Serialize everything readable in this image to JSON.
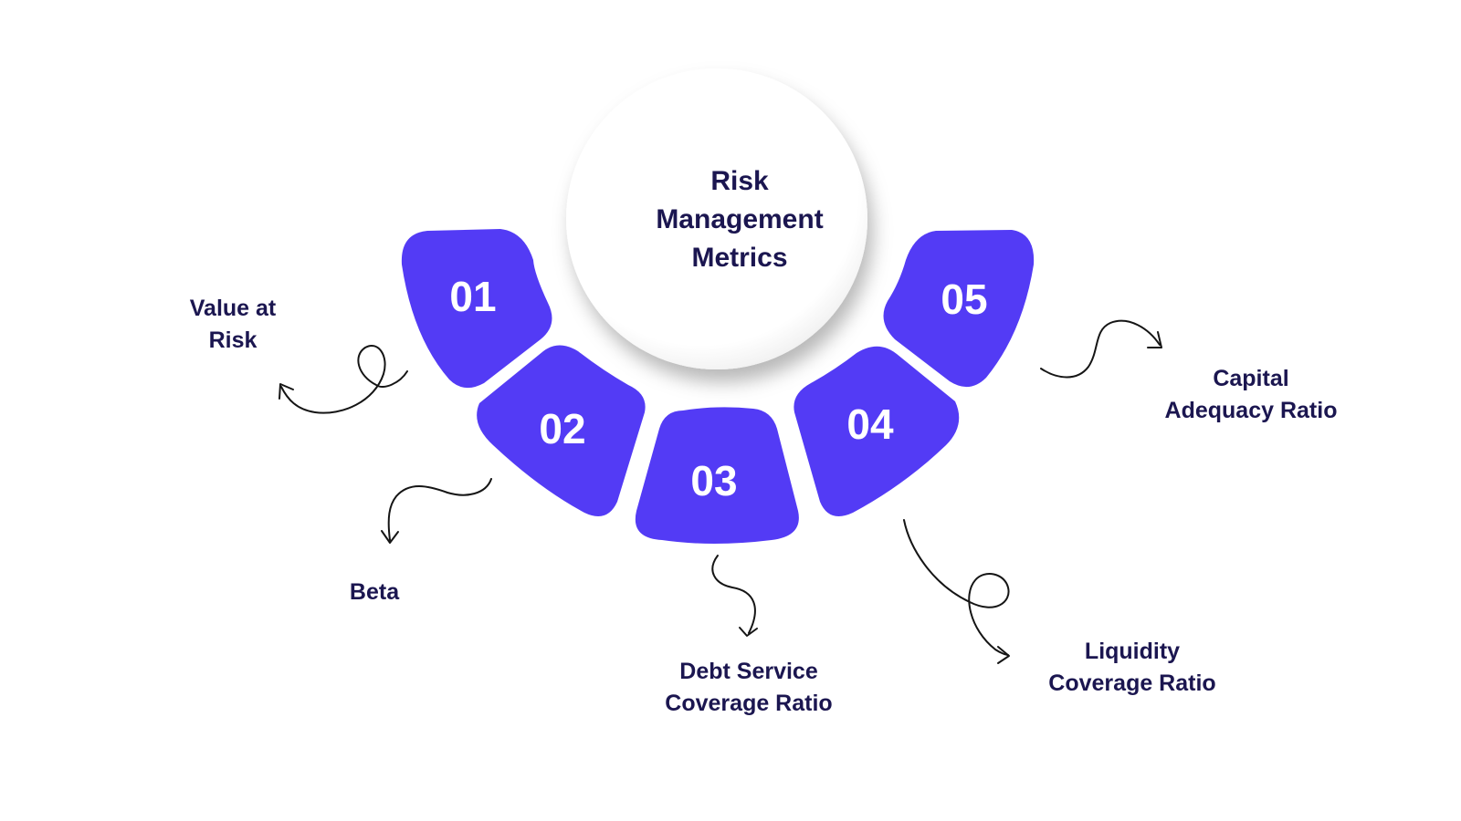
{
  "title_lines": [
    "Risk",
    "Management",
    "Metrics"
  ],
  "colors": {
    "segment": "#533bf5",
    "segment_text": "#ffffff",
    "label_text": "#1b1650",
    "arrow": "#151515",
    "circle": "#ffffff"
  },
  "items": [
    {
      "number": "01",
      "label_lines": [
        "Value at",
        "Risk"
      ]
    },
    {
      "number": "02",
      "label_lines": [
        "Beta"
      ]
    },
    {
      "number": "03",
      "label_lines": [
        "Debt Service",
        "Coverage Ratio"
      ]
    },
    {
      "number": "04",
      "label_lines": [
        "Liquidity",
        "Coverage Ratio"
      ]
    },
    {
      "number": "05",
      "label_lines": [
        "Capital",
        "Adequacy Ratio"
      ]
    }
  ]
}
